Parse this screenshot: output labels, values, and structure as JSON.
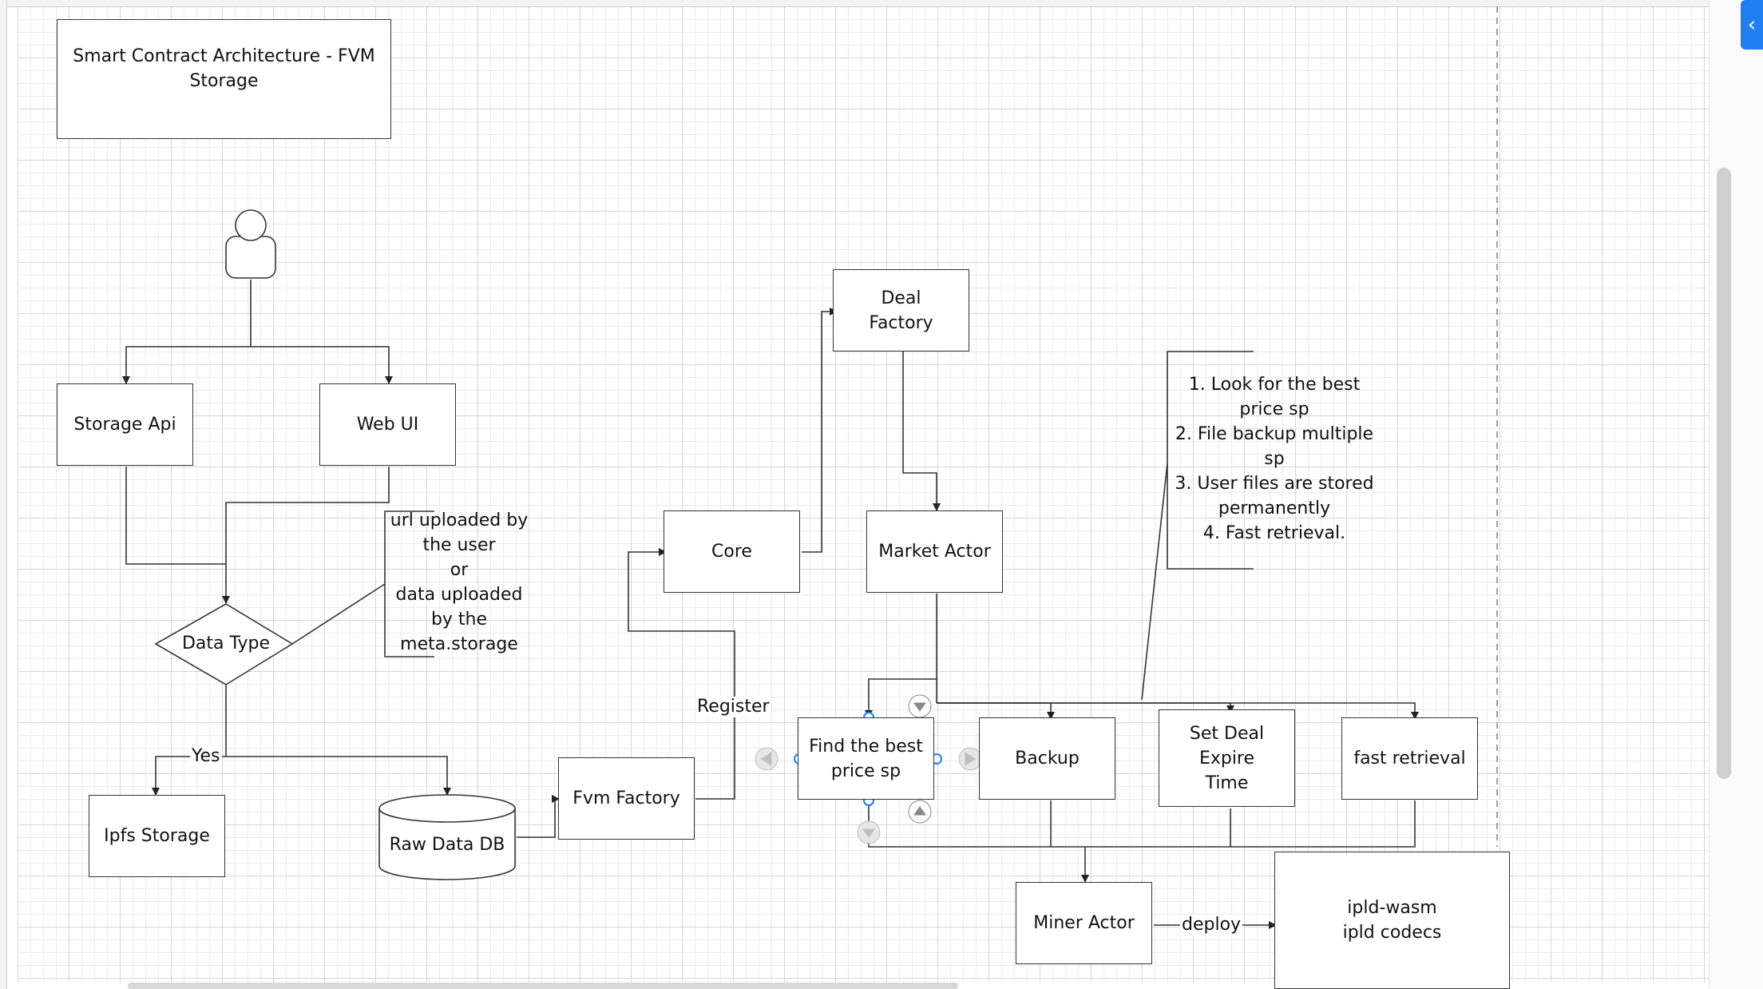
{
  "title": "Smart Contract Architecture  - FVM\nStorage",
  "nodes": {
    "storage_api": "Storage Api",
    "web_ui": "Web UI",
    "data_type": "Data Type",
    "ipfs_storage": "Ipfs Storage",
    "raw_data_db": "Raw Data DB",
    "fvm_factory": "Fvm Factory",
    "core": "Core",
    "deal_factory": "Deal\nFactory",
    "market_actor": "Market Actor",
    "find_best_price": "Find the best\nprice sp",
    "backup": "Backup",
    "set_deal_expire": "Set Deal\nExpire\nTime",
    "fast_retrieval": "fast retrieval",
    "miner_actor": "Miner Actor",
    "ipld": "ipld-wasm\nipld codecs"
  },
  "notes": {
    "url_note": "url uploaded by\nthe user\nor\ndata uploaded\nby the\nmeta.storage",
    "features_note": "1. Look for the best\nprice sp\n2. File backup multiple\nsp\n3. User files are stored\npermanently\n4. Fast retrieval."
  },
  "edge_labels": {
    "yes": "Yes",
    "register": "Register",
    "deploy": "deploy"
  },
  "icons": {
    "user": "user-icon",
    "collapse": "chevron-left-icon"
  },
  "colors": {
    "line": "#333333",
    "selection": "#1f7ef0",
    "panel_button": "#1f7ef0"
  }
}
